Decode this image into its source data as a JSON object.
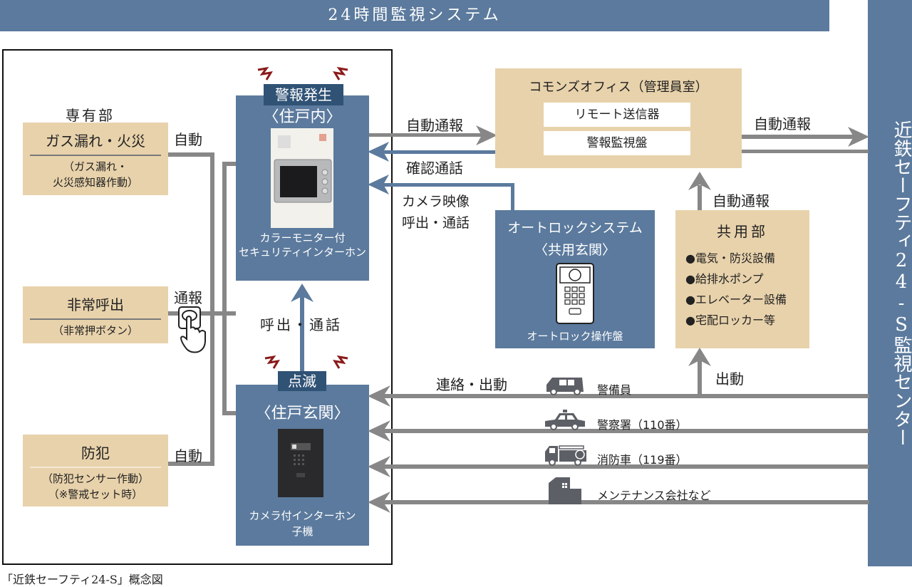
{
  "header": {
    "title": "24時間監視システム"
  },
  "monitoring_center": {
    "label": "近鉄セーフティ24-S監視センター"
  },
  "private_area": {
    "heading": "専有部",
    "sources": [
      {
        "title": "ガス漏れ・火災",
        "subtitle": "（ガス漏れ・\n火災感知器作動）",
        "link_label": "自動"
      },
      {
        "title": "非常呼出",
        "subtitle": "（非常押ボタン）",
        "link_label": "通報"
      },
      {
        "title": "防犯",
        "subtitle": "（防犯センサー作動）\n（※警戒セット時）",
        "link_label": "自動"
      }
    ]
  },
  "indoor_unit": {
    "badge": "警報発生",
    "location": "〈住戸内〉",
    "caption": "カラーモニター付\nセキュリティインターホン"
  },
  "door_unit": {
    "badge": "点滅",
    "location": "〈住戸玄関〉",
    "caption": "カメラ付インターホン\n子機",
    "link_label": "呼出・通話"
  },
  "office": {
    "title": "コモンズオフィス（管理員室）",
    "devices": [
      "リモート送信器",
      "警報監視盤"
    ],
    "in_label": "自動通報",
    "reply_label": "確認通話",
    "out_label": "自動通報"
  },
  "autolock": {
    "title": "オートロックシステム",
    "location": "〈共用玄関〉",
    "caption": "オートロック操作盤",
    "link_label": "カメラ映像\n呼出・通話"
  },
  "common_area": {
    "heading": "共用部",
    "items": [
      "●電気・防災設備",
      "●給排水ポンプ",
      "●エレベーター設備",
      "●宅配ロッカー等"
    ],
    "up_label": "自動通報",
    "dispatch_label": "出動"
  },
  "responders": {
    "label": "連絡・出動",
    "items": [
      {
        "icon": "van-icon",
        "name": "警備員"
      },
      {
        "icon": "police-car-icon",
        "name": "警察署（110番）"
      },
      {
        "icon": "fire-truck-icon",
        "name": "消防車（119番）"
      },
      {
        "icon": "building-icon",
        "name": "メンテナンス会社など"
      }
    ]
  },
  "caption": "「近鉄セーフティ24-S」概念図",
  "colors": {
    "blue": "#5b7a9d",
    "dark_blue": "#2f5275",
    "tan": "#e8d2ab",
    "gray_line": "#878787",
    "alert_red": "#8b1a1a"
  }
}
